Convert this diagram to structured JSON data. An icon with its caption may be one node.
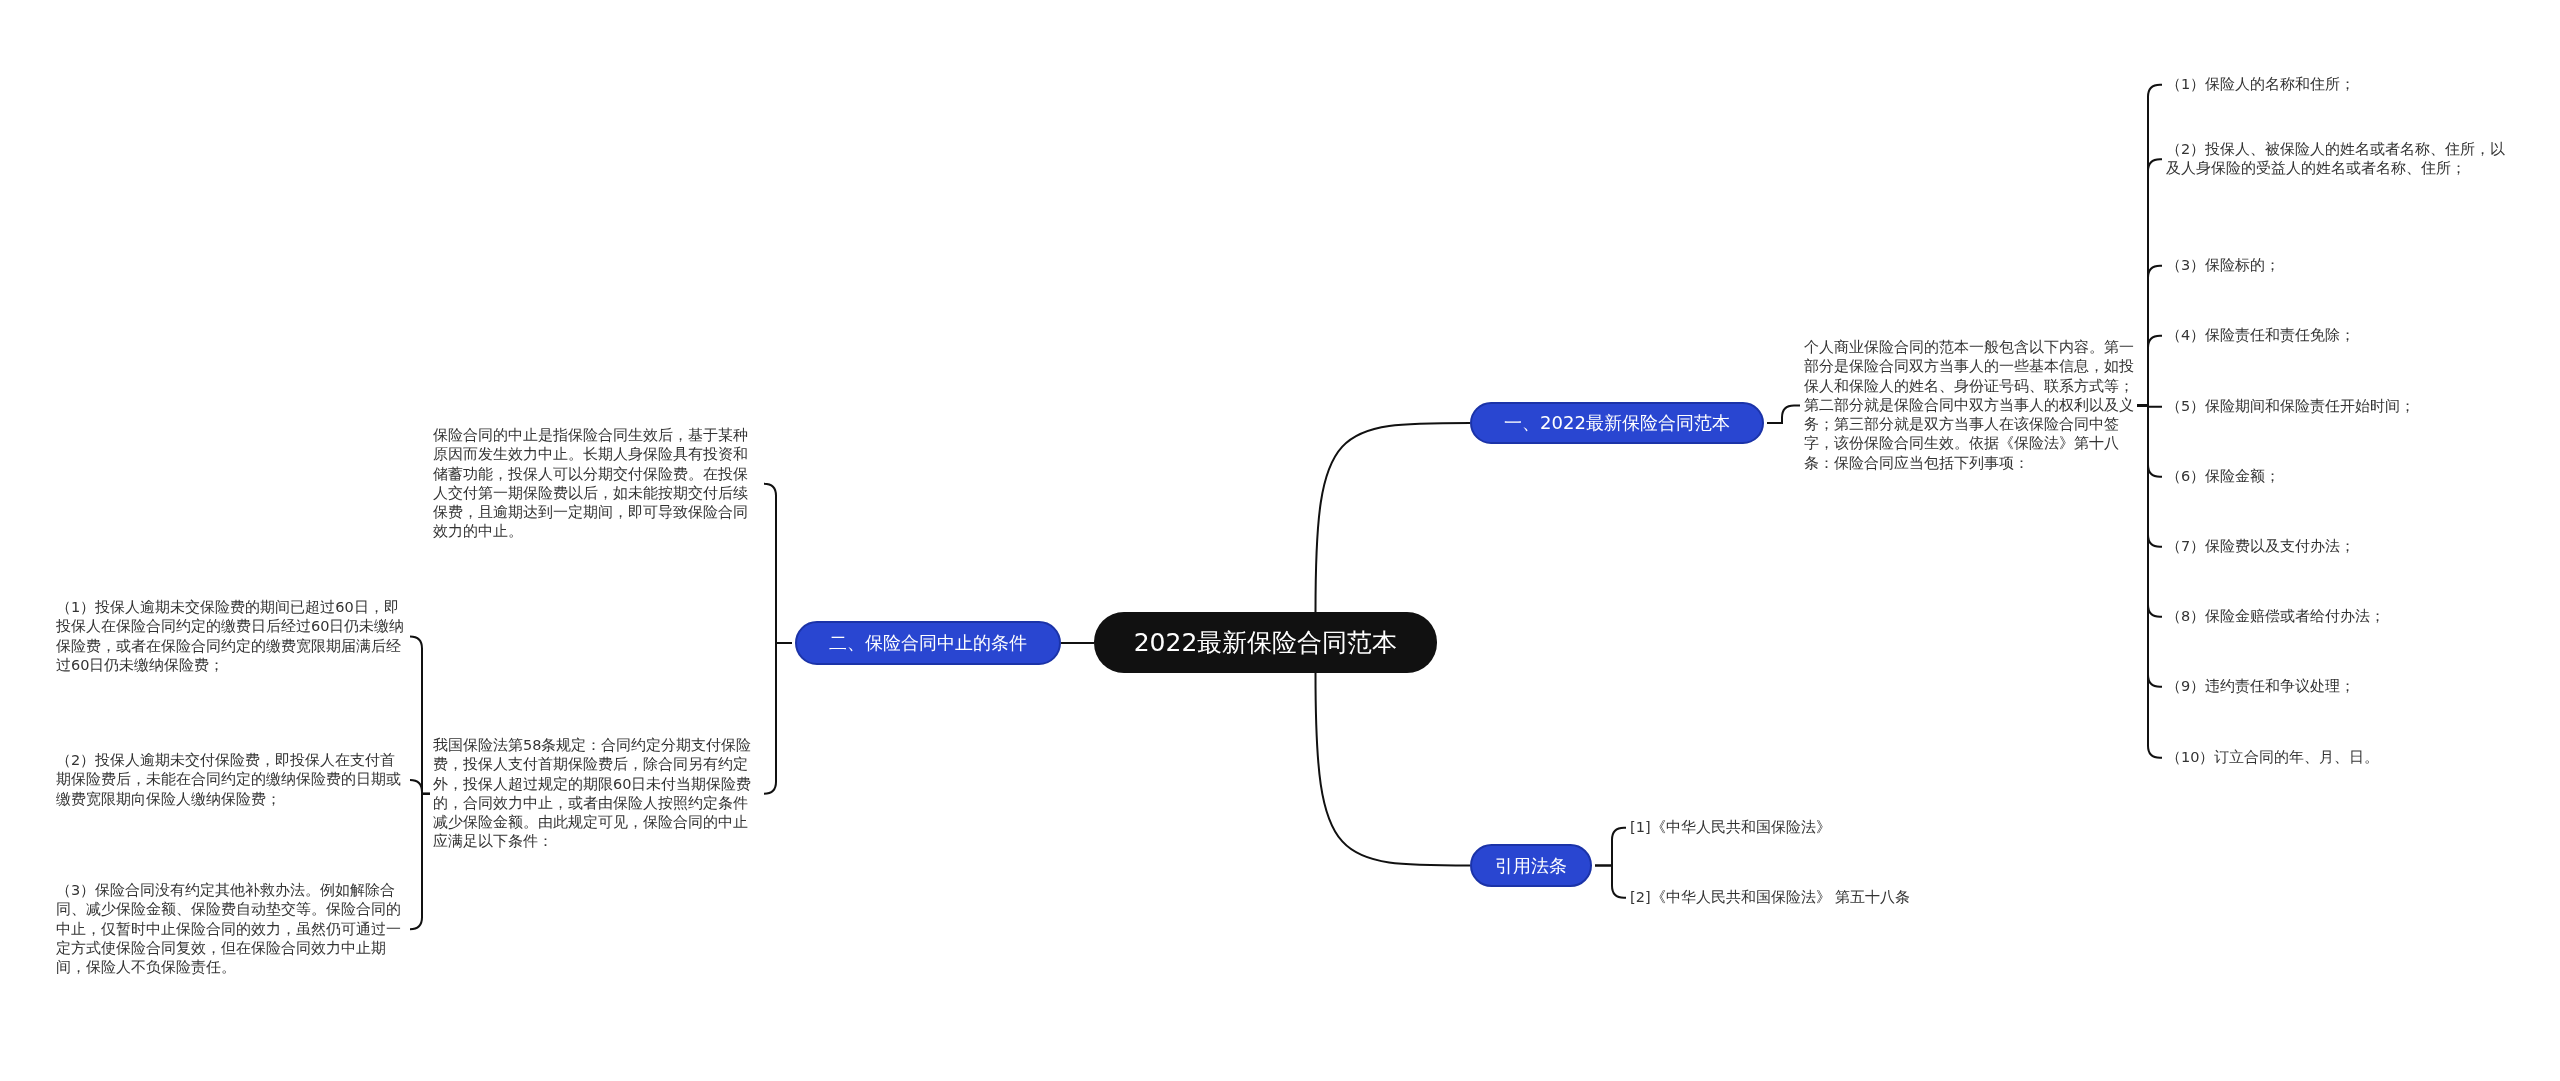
{
  "diagram": {
    "nodes": [
      {
        "text": [
          "2022最新保险合同范本"
        ]
      },
      {
        "text": [
          "一、2022最新保险合同范本"
        ]
      },
      {
        "text": [
          "个人商业保险合同的范本一般包含以下内容。第一部分是保险合同双方当事人的一些基本信息，如投保人和保险人的姓名、身份证号码、联系方式等；第二部分就是保险合同中双方当事人的权利以及义务；第三部分就是双方当事人在该保险合同中签字，该份保险合同生效。依据《保险法》第十八条：保险合同应当包括下列事项："
        ]
      },
      {
        "text": [
          "（1）保险人的名称和住所；"
        ]
      },
      {
        "text": [
          "（2）投保人、被保险人的姓名或者名称、住所，以及人身保险的受益人的姓名或者名称、住所；"
        ]
      },
      {
        "text": [
          "（3）保险标的；"
        ]
      },
      {
        "text": [
          "（4）保险责任和责任免除；"
        ]
      },
      {
        "text": [
          "（5）保险期间和保险责任开始时间；"
        ]
      },
      {
        "text": [
          "（6）保险金额；"
        ]
      },
      {
        "text": [
          "（7）保险费以及支付办法；"
        ]
      },
      {
        "text": [
          "（8）保险金赔偿或者给付办法；"
        ]
      },
      {
        "text": [
          "（9）违约责任和争议处理；"
        ]
      },
      {
        "text": [
          "（10）订立合同的年、月、日。"
        ]
      },
      {
        "text": [
          "二、保险合同中止的条件"
        ]
      },
      {
        "text": [
          "保险合同的中止是指保险合同生效后，基于某种原因而发生效力中止。长期人身保险具有投资和储蓄功能，投保人可以分期交付保险费。在投保人交付第一期保险费以后，如未能按期交付后续保费，且逾期达到一定期间，即可导致保险合同效力的中止。"
        ]
      },
      {
        "text": [
          "我国保险法第58条规定：合同约定分期支付保险费，投保人支付首期保险费后，除合同另有约定外，投保人超过规定的期限60日未付当期保险费的，合同效力中止，或者由保险人按照约定条件减少保险金额。由此规定可见，保险合同的中止应满足以下条件："
        ]
      },
      {
        "text": [
          "（1）投保人逾期未交保险费的期间已超过60日，即投保人在保险合同约定的缴费日后经过60日仍未缴纳保险费，或者在保险合同约定的缴费宽限期届满后经过60日仍未缴纳保险费；"
        ]
      },
      {
        "text": [
          "（2）投保人逾期未交付保险费，即投保人在支付首期保险费后，未能在合同约定的缴纳保险费的日期或缴费宽限期向保险人缴纳保险费；"
        ]
      },
      {
        "text": [
          "（3）保险合同没有约定其他补救办法。例如解除合同、减少保险金额、保险费自动垫交等。保险合同的中止，仅暂时中止保险合同的效力，虽然仍可通过一定方式使保险合同复效，但在保险合同效力中止期间，保险人不负保险责任。"
        ]
      },
      {
        "text": [
          "引用法条"
        ]
      },
      {
        "text": [
          "[1]《中华人民共和国保险法》"
        ]
      },
      {
        "text": [
          "[2]《中华人民共和国保险法》 第五十八条"
        ]
      }
    ],
    "edges": [
      {
        "from": 0,
        "to": 1,
        "arrow": "none"
      },
      {
        "from": 1,
        "to": 2,
        "arrow": "none"
      },
      {
        "from": 2,
        "to": 3,
        "arrow": "none"
      },
      {
        "from": 2,
        "to": 4,
        "arrow": "none"
      },
      {
        "from": 2,
        "to": 5,
        "arrow": "none"
      },
      {
        "from": 2,
        "to": 6,
        "arrow": "none"
      },
      {
        "from": 2,
        "to": 7,
        "arrow": "none"
      },
      {
        "from": 2,
        "to": 8,
        "arrow": "none"
      },
      {
        "from": 2,
        "to": 9,
        "arrow": "none"
      },
      {
        "from": 2,
        "to": 10,
        "arrow": "none"
      },
      {
        "from": 2,
        "to": 11,
        "arrow": "none"
      },
      {
        "from": 2,
        "to": 12,
        "arrow": "none"
      },
      {
        "from": 0,
        "to": 13,
        "arrow": "none"
      },
      {
        "from": 13,
        "to": 14,
        "arrow": "none"
      },
      {
        "from": 13,
        "to": 15,
        "arrow": "none"
      },
      {
        "from": 15,
        "to": 16,
        "arrow": "none"
      },
      {
        "from": 15,
        "to": 17,
        "arrow": "none"
      },
      {
        "from": 15,
        "to": 18,
        "arrow": "none"
      },
      {
        "from": 0,
        "to": 19,
        "arrow": "none"
      },
      {
        "from": 19,
        "to": 20,
        "arrow": "none"
      },
      {
        "from": 19,
        "to": 21,
        "arrow": "none"
      }
    ]
  }
}
